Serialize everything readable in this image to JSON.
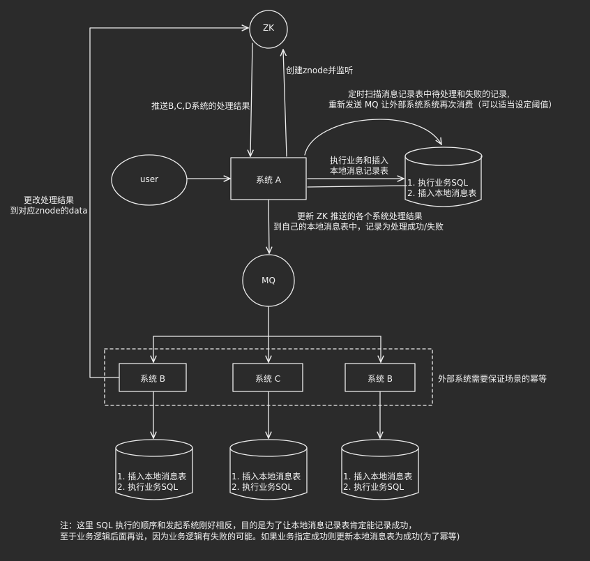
{
  "nodes": {
    "zk": "ZK",
    "user": "user",
    "system_a": "系统 A",
    "mq": "MQ",
    "system_b1": "系统 B",
    "system_c": "系统 C",
    "system_b2": "系统 B"
  },
  "db_a": {
    "line1": "1. 执行业务SQL",
    "line2": "2. 插入本地消息表"
  },
  "db_b1": {
    "line1": "1. 插入本地消息表",
    "line2": "2. 执行业务SQL"
  },
  "db_c": {
    "line1": "1. 插入本地消息表",
    "line2": "2. 执行业务SQL"
  },
  "db_b2": {
    "line1": "1. 插入本地消息表",
    "line2": "2. 执行业务SQL"
  },
  "labels": {
    "create_znode": "创建znode并监听",
    "push_results": "推送B,C,D系统的处理结果",
    "scan_line1": "定时扫描消息记录表中待处理和失败的记录,",
    "scan_line2": "重新发送 MQ 让外部系统系统再次消费（可以适当设定阈值）",
    "exec_line1": "执行业务和插入",
    "exec_line2": "本地消息记录表",
    "update_line1": "更新 ZK 推送的各个系统处理结果",
    "update_line2": "到自己的本地消息表中，记录为处理成功/失败",
    "change_line1": "更改处理结果",
    "change_line2": "到对应znode的data",
    "idempotent": "外部系统需要保证场景的幂等"
  },
  "note": {
    "line1": "注：这里 SQL 执行的顺序和发起系统刚好相反，目的是为了让本地消息记录表肯定能记录成功，",
    "line2": "至于业务逻辑后面再说，因为业务逻辑有失败的可能。如果业务指定成功则更新本地消息表为成功(为了幂等)"
  },
  "colors": {
    "background": "#2b2b2b",
    "stroke": "#ededed"
  }
}
